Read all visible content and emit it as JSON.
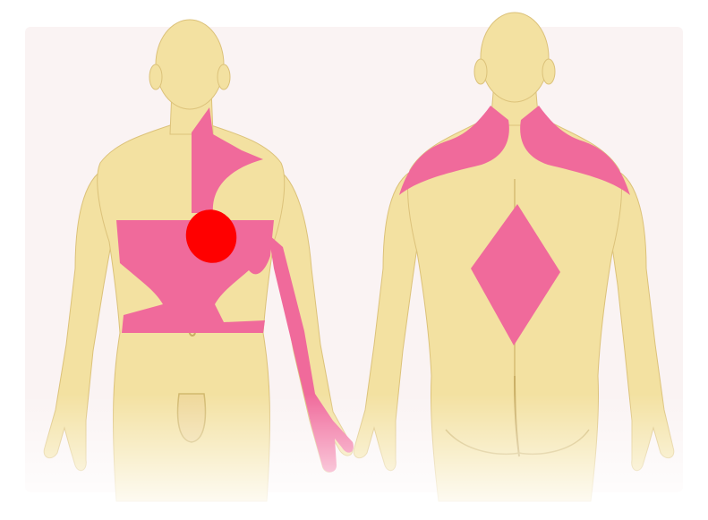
{
  "figure": {
    "views": [
      {
        "id": "front",
        "view": "anterior"
      },
      {
        "id": "back",
        "view": "posterior"
      }
    ],
    "colors": {
      "background": "#ffffff",
      "background_band": "#faf3f3",
      "skin": "#f3e1a1",
      "skin_edge": "#dcc27a",
      "referred_pain": "#f06a9b",
      "heart": "#ff0000",
      "fade": "#ffffff"
    }
  }
}
